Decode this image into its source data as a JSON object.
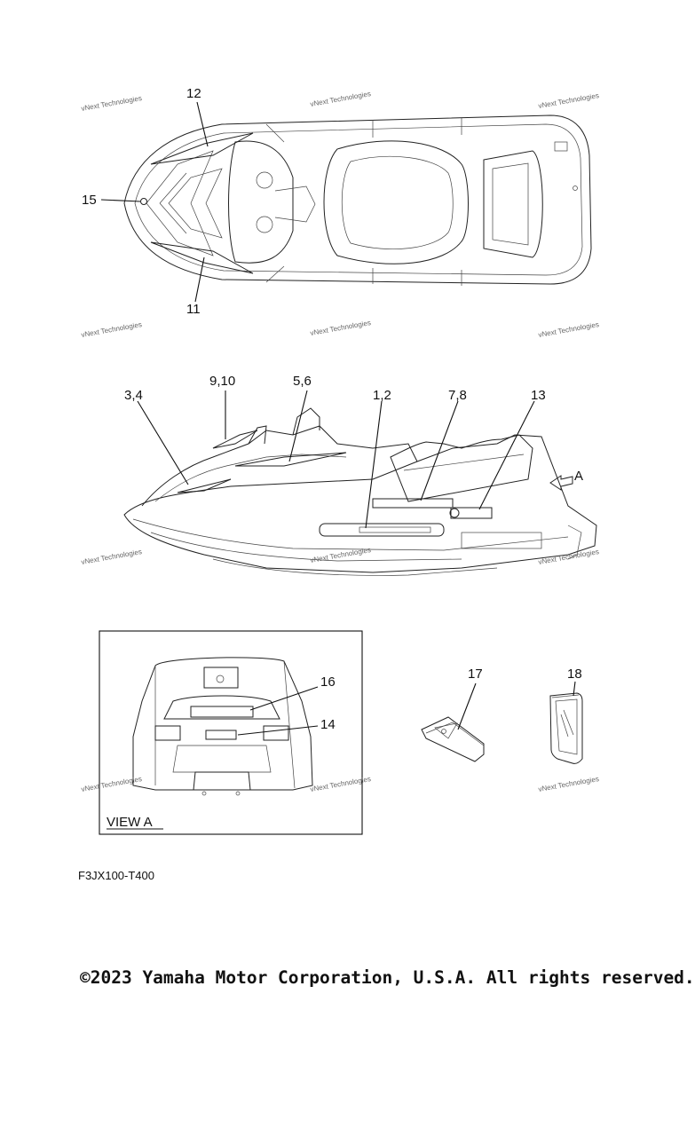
{
  "watermark": {
    "text": "vNext Technologies"
  },
  "callouts": {
    "c12": "12",
    "c15": "15",
    "c11": "11",
    "c910": "9,10",
    "c34": "3,4",
    "c56": "5,6",
    "c12b": "1,2",
    "c78": "7,8",
    "c13": "13",
    "cA": "A",
    "c16": "16",
    "c14": "14",
    "c17": "17",
    "c18": "18"
  },
  "view_a": {
    "label": "VIEW A"
  },
  "part_code": "F3JX100-T400",
  "copyright": "©2023 Yamaha Motor Corporation, U.S.A. All rights reserved."
}
